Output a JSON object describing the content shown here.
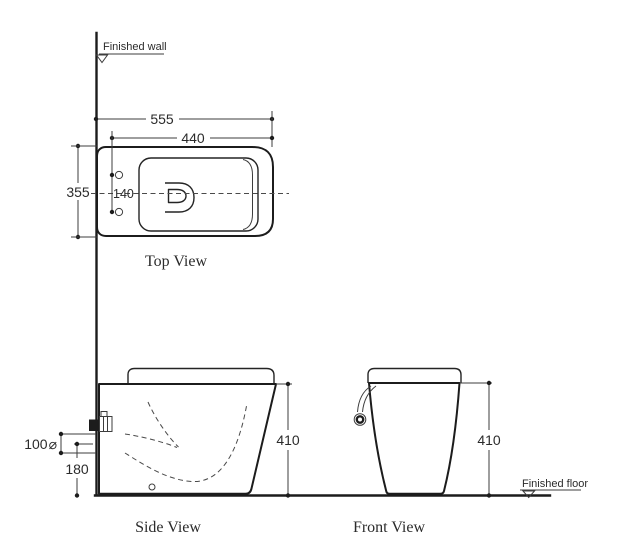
{
  "drawing": {
    "wall_label": "Finished wall",
    "floor_label": "Finished floor"
  },
  "top_view": {
    "label": "Top View",
    "dim_overall_length": "555",
    "dim_holes_to_front": "440",
    "dim_width": "355",
    "dim_hole_spacing": "140"
  },
  "side_view": {
    "label": "Side View",
    "dim_height": "410",
    "dim_inlet_span": "100",
    "dim_inlet_symbol": "⌀",
    "dim_inlet_height": "180"
  },
  "front_view": {
    "label": "Front View",
    "dim_height": "410"
  },
  "colors": {
    "line": "#1c1c1c",
    "background": "#ffffff"
  }
}
